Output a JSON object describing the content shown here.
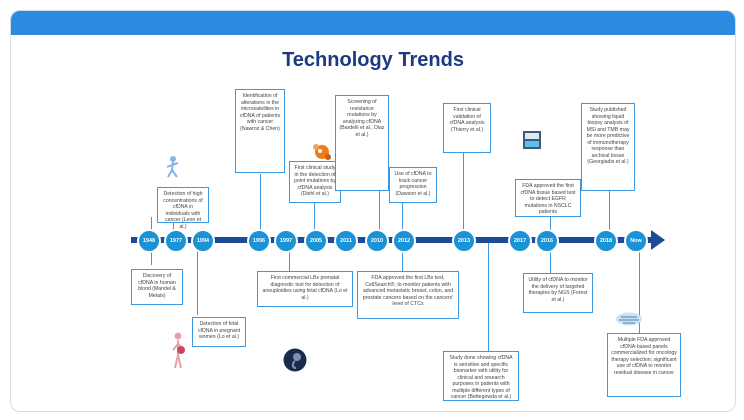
{
  "title": "Technology Trends",
  "years": [
    "1948",
    "1977",
    "1994",
    "1996",
    "1997",
    "2005",
    "2011",
    "2010",
    "2012",
    "2013",
    "2017",
    "2016",
    "2018",
    "Now"
  ],
  "events": {
    "discovery": "Discovery of cfDNA in human blood (Mandel & Metais)",
    "high_concentrations": "Detection of high concentrations of cfDNA in individuals with cancer (Leon et al.)",
    "microsatellites": "Identification of alterations in the microsatellites in cfDNA of patients with cancer (Nawroz & Chen)",
    "fetal_dna": "Detection of fetal cfDNA in pregnant women (Lo et al.)",
    "point_mutations": "First clinical study in the detection of point mutations by cfDNA analysis (Diehl et al.)",
    "commercial_ldt": "First commercial LBx prenatal diagnostic test for detection of aneuploidies using fetal cfDNA (Lo et al.)",
    "resistance_mutations": "Screening of resistance mutations by analyzing cfDNA (Bardelli et al., Diaz et al.)",
    "track_progression": "Use of cfDNA to track cancer progression (Dawson et al.)",
    "cellsearch": "FDA approved the first LBx test, CellSearch®, to monitor patients with advanced metastatic breast, colon, and prostate cancers based on the cancers' level of CTCs",
    "clinical_validation": "First clinical validation of cfDNA analysis (Thierry et al.)",
    "sensitive_biomarker": "Study done showing cfDNA is sensitive and specific biomarker with utility for clinical and research purposes in patients with multiple different types of cancer (Bettegowda et al.)",
    "egfr_test": "FDA approved the first cfDNA tissue based test to detect EGFR mutations in NSCLC patients",
    "targeted_therapies": "Utility of cfDNA to monitor the delivery of targeted therapies by NGS (Forest et al.)",
    "msi_tmb": "Study published showing liquid biopsy analysis of MSI and TMB may be more predictive of immunotherapy response than archival tissue (Georgiadis et al.)",
    "multiple_fda": "Multiple FDA approved cfDNA-based panels commercialized for oncology therapy selection; significant use of cfDNA to monitor residual disease in cancer"
  },
  "colors": {
    "topbar": "#2a8be0",
    "title": "#1c3a84",
    "axis": "#1e4b97",
    "node": "#1992d6",
    "box_border": "#3b97df"
  },
  "icons": [
    "dna-figure-icon",
    "pregnancy-figure-icon",
    "fetus-icon",
    "cells-cluster-icon",
    "test-tube-rack-icon",
    "sequencer-device-icon"
  ]
}
